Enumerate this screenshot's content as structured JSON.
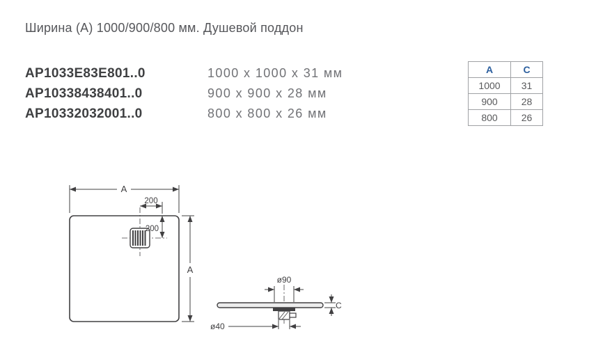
{
  "page": {
    "title": "Ширина (А) 1000/900/800 мм. Душевой поддон"
  },
  "products": [
    {
      "code": "AP1033E83E801..0",
      "size": "1000 x 1000 x 31 мм"
    },
    {
      "code": "AP10338438401..0",
      "size": "900 x 900 x 28 мм"
    },
    {
      "code": "AP10332032001..0",
      "size": "800 x 800 x 26 мм"
    }
  ],
  "table": {
    "headers": [
      "A",
      "C"
    ],
    "rows": [
      [
        "1000",
        "31"
      ],
      [
        "900",
        "28"
      ],
      [
        "800",
        "26"
      ]
    ]
  },
  "diagram": {
    "top_view": {
      "dim_width": "A",
      "dim_offset_x": "200",
      "dim_offset_y": "200",
      "dim_height": "A"
    },
    "side_view": {
      "dim_drain_diameter": "ø90",
      "dim_thickness": "C",
      "dim_outlet_diameter": "ø40"
    }
  },
  "colors": {
    "text_dark": "#3f4042",
    "text_gray": "#717276",
    "table_header_blue": "#2c5f9e",
    "line": "#414042"
  }
}
